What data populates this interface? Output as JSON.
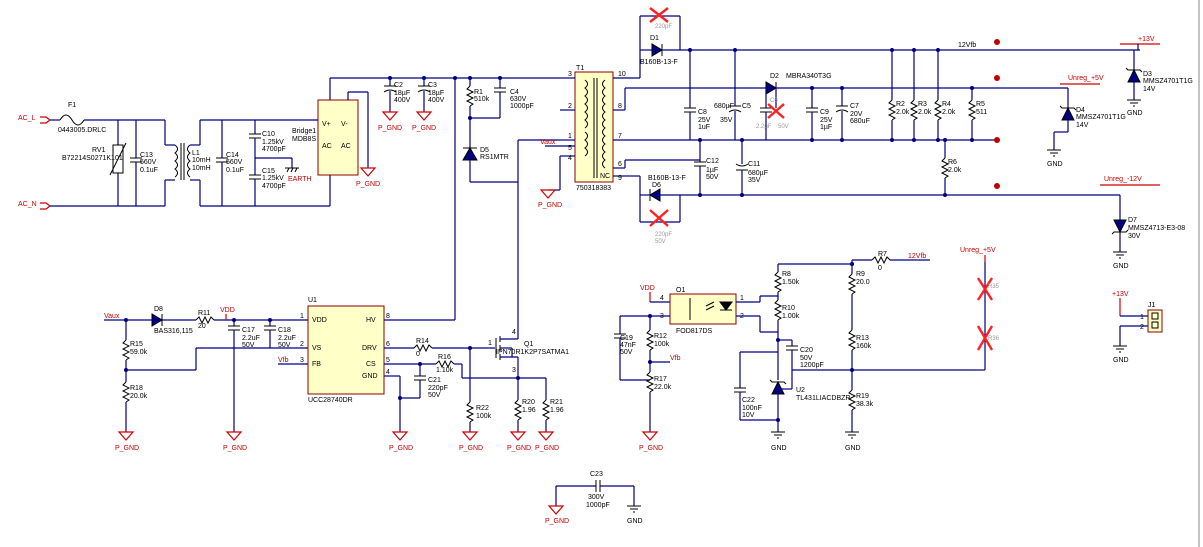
{
  "nets": {
    "ac_l": "AC_L",
    "ac_n": "AC_N",
    "vaux": "Vaux",
    "vdd": "VDD",
    "vfb": "Vfb",
    "v12fb": "12Vfb",
    "p13v": "+13V",
    "unreg_p5v": "Unreg_+5V",
    "unreg_m12v": "Unreg_-12V",
    "p_gnd": "P_GND",
    "gnd": "GND",
    "earth": "EARTH"
  },
  "components": {
    "F1": {
      "ref": "F1",
      "value": "0443005.DRLC"
    },
    "RV1": {
      "ref": "RV1",
      "value": "B72214S0271K101"
    },
    "C13": {
      "ref": "C13",
      "v1": "560V",
      "v2": "0.1uF"
    },
    "L1": {
      "ref": "L1",
      "v1": "10mH",
      "v2": "10mH"
    },
    "C14": {
      "ref": "C14",
      "v1": "560V",
      "v2": "0.1uF"
    },
    "C10": {
      "ref": "C10",
      "v1": "1.25kV",
      "v2": "4700pF"
    },
    "C15": {
      "ref": "C15",
      "v1": "1.25kV",
      "v2": "4700pF"
    },
    "Bridge1": {
      "ref": "Bridge1",
      "value": "MDB8S",
      "p1": "V+",
      "p2": "V-",
      "p3": "AC",
      "p4": "AC"
    },
    "C2": {
      "ref": "C2",
      "v1": "18µF",
      "v2": "400V"
    },
    "C3": {
      "ref": "C3",
      "v1": "18µF",
      "v2": "400V"
    },
    "R1": {
      "ref": "R1",
      "value": "510k"
    },
    "C4": {
      "ref": "C4",
      "v1": "630V",
      "v2": "1000pF"
    },
    "D5": {
      "ref": "D5",
      "value": "RS1MTR"
    },
    "T1": {
      "ref": "T1",
      "value": "750318383",
      "nc": "NC"
    },
    "D1": {
      "ref": "D1",
      "value": "B160B-13-F"
    },
    "D6": {
      "ref": "D6",
      "value": "B160B-13-F"
    },
    "C8": {
      "ref": "C8",
      "v1": "25V",
      "v2": "1uF"
    },
    "C5": {
      "ref": "C5",
      "v1": "680µF",
      "v2": "35V"
    },
    "D2": {
      "ref": "D2",
      "value": "MBRA340T3G"
    },
    "C6": {
      "ref": "C6",
      "v1": "2.2µF",
      "v2": "50V"
    },
    "C9": {
      "ref": "C9",
      "v1": "25V",
      "v2": "1µF"
    },
    "C7": {
      "ref": "C7",
      "v1": "20V",
      "v2": "680uF"
    },
    "C12": {
      "ref": "C12",
      "v1": "1µF",
      "v2": "50V"
    },
    "C11": {
      "ref": "C11",
      "v1": "680µF",
      "v2": "35V"
    },
    "R2": {
      "ref": "R2",
      "value": "2.0k"
    },
    "R3": {
      "ref": "R3",
      "value": "2.0k"
    },
    "R4": {
      "ref": "R4",
      "value": "2.0k"
    },
    "R5": {
      "ref": "R5",
      "value": "511"
    },
    "R6": {
      "ref": "R6",
      "value": "2.0k"
    },
    "D3": {
      "ref": "D3",
      "value": "MMSZ4701T1G",
      "v": "14V"
    },
    "D4": {
      "ref": "D4",
      "value": "MMSZ4701T1G",
      "v": "14V"
    },
    "D7": {
      "ref": "D7",
      "value": "MMSZ4713-E3-08",
      "v": "30V"
    },
    "D8": {
      "ref": "D8",
      "value": "BAS316,115"
    },
    "R11": {
      "ref": "R11",
      "value": "20"
    },
    "R15": {
      "ref": "R15",
      "value": "59.0k"
    },
    "R18": {
      "ref": "R18",
      "value": "20.0k"
    },
    "C17": {
      "ref": "C17",
      "v1": "2.2uF",
      "v2": "50V"
    },
    "C18": {
      "ref": "C18",
      "v1": "2.2uF",
      "v2": "50V"
    },
    "U1": {
      "ref": "U1",
      "value": "UCC28740DR",
      "vdd": "VDD",
      "vs": "VS",
      "fb": "FB",
      "hv": "HV",
      "drv": "DRV",
      "cs": "CS",
      "gnd": "GND"
    },
    "R14": {
      "ref": "R14",
      "value": "0"
    },
    "R16": {
      "ref": "R16",
      "value": "1.10k"
    },
    "C21": {
      "ref": "C21",
      "v1": "220pF",
      "v2": "50V"
    },
    "R22": {
      "ref": "R22",
      "value": "100k"
    },
    "Q1": {
      "ref": "Q1",
      "value": "IPN70R1K2P7SATMA1"
    },
    "R20": {
      "ref": "R20",
      "value": "1.96"
    },
    "R21": {
      "ref": "R21",
      "value": "1.96"
    },
    "O1": {
      "ref": "O1",
      "value": "FOD817DS"
    },
    "C19": {
      "ref": "C19",
      "v1": "47nF",
      "v2": "50V"
    },
    "R12": {
      "ref": "R12",
      "value": "100k"
    },
    "R17": {
      "ref": "R17",
      "value": "22.0k"
    },
    "R7": {
      "ref": "R7",
      "value": "0"
    },
    "R8": {
      "ref": "R8",
      "value": "1.50k"
    },
    "R9": {
      "ref": "R9",
      "value": "20.0"
    },
    "R10": {
      "ref": "R10",
      "value": "1.00k"
    },
    "C20": {
      "ref": "C20",
      "v1": "50V",
      "v2": "1200pF"
    },
    "R13": {
      "ref": "R13",
      "value": "160k"
    },
    "C22": {
      "ref": "C22",
      "v1": "100nF",
      "v2": "10V"
    },
    "U2": {
      "ref": "U2",
      "value": "TL431LIACDBZR"
    },
    "R19": {
      "ref": "R19",
      "value": "38.3k"
    },
    "J1": {
      "ref": "J1"
    },
    "C23": {
      "ref": "C23",
      "v1": "300V",
      "v2": "1000pF"
    }
  },
  "pins": {
    "p1": "1",
    "p2": "2",
    "p3": "3",
    "p4": "4",
    "p5": "5",
    "p6": "6",
    "p7": "7",
    "p8": "8",
    "p9": "9",
    "p10": "10"
  },
  "colors": {
    "wire": "#000080",
    "ic_fill": "#ffffc8",
    "ic_border": "#8b0000",
    "net_label": "#c00000",
    "dnp_mark": "#ff2020"
  }
}
